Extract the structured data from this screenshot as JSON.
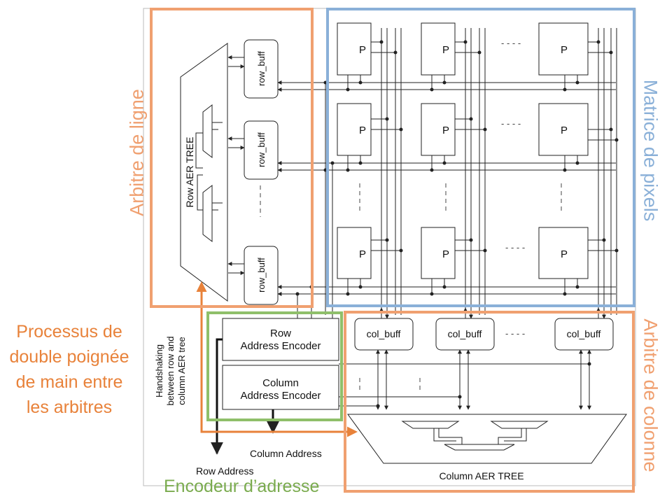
{
  "labels": {
    "row_arbiter": "Arbitre de ligne",
    "pixel_matrix": "Matrice de pixels",
    "col_arbiter": "Arbitre de colonne",
    "handshake_lines": [
      "Processus de",
      "double poignée",
      "de main entre",
      "les arbitres"
    ],
    "encoder": "Encodeur d’adresse"
  },
  "diagram": {
    "pixel": "P",
    "row_buff": "row_buff",
    "col_buff": "col_buff",
    "row_tree": "Row AER TREE",
    "col_tree": "Column AER TREE",
    "row_encoder": [
      "Row",
      "Address Encoder"
    ],
    "col_encoder": [
      "Column",
      "Address Encoder"
    ],
    "handshaking": [
      "Handshaking",
      "between row and",
      "column AER tree"
    ],
    "row_address": "Row Address",
    "column_address": "Column Address",
    "h_ellipsis": "- - - -",
    "v_ellipsis": "- - -"
  },
  "colors": {
    "row_arbiter": "#f0a070",
    "pixel_matrix": "#8ab0d8",
    "col_arbiter": "#f0a070",
    "encoder": "#8fbf6a",
    "handshake": "#e8823a"
  }
}
